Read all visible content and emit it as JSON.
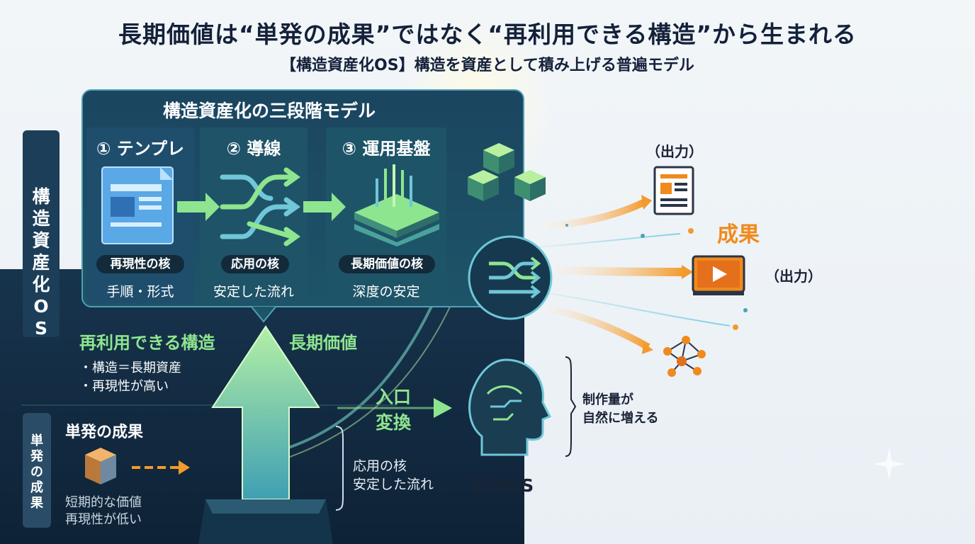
{
  "title": "長期価値は“単発の成果”ではなく“再利用できる構造”から生まれる",
  "subtitle": "【構造資産化OS】構造を資産として積み上げる普遍モデル",
  "side_label": [
    "構",
    "造",
    "資",
    "産",
    "化",
    "O",
    "S"
  ],
  "panel": {
    "title": "構造資産化の三段階モデル",
    "steps": [
      {
        "label": "① テンプレ",
        "core": "再現性の核",
        "desc": "手順・形式"
      },
      {
        "label": "② 導線",
        "core": "応用の核",
        "desc": "安定した流れ"
      },
      {
        "label": "③ 運用基盤",
        "core": "長期価値の核",
        "desc": "深度の安定"
      }
    ]
  },
  "reuse": {
    "heading": "再利用できる構造",
    "bullets": [
      "・構造＝長期資産",
      "・再現性が高い"
    ]
  },
  "long_value": "長期価値",
  "entry": [
    "入口",
    "変換"
  ],
  "single": {
    "side_label": [
      "単",
      "発",
      "の",
      "成",
      "果"
    ],
    "heading": "単発の成果",
    "lines": [
      "短期的な価値",
      "再現性が低い"
    ]
  },
  "flow_note": [
    "応用の核",
    "安定した流れ"
  ],
  "production_os": "制作OS",
  "outputs": {
    "label_top": "（出力）",
    "label_mid": "（出力）",
    "result": "成果"
  },
  "growth_note": [
    "制作量が",
    "自然に増える"
  ],
  "colors": {
    "navy": "#14213a",
    "panel": "#1b4560",
    "accent_green": "#8ee58f",
    "accent_orange": "#f08a1c",
    "light": "#f2f6f9"
  }
}
